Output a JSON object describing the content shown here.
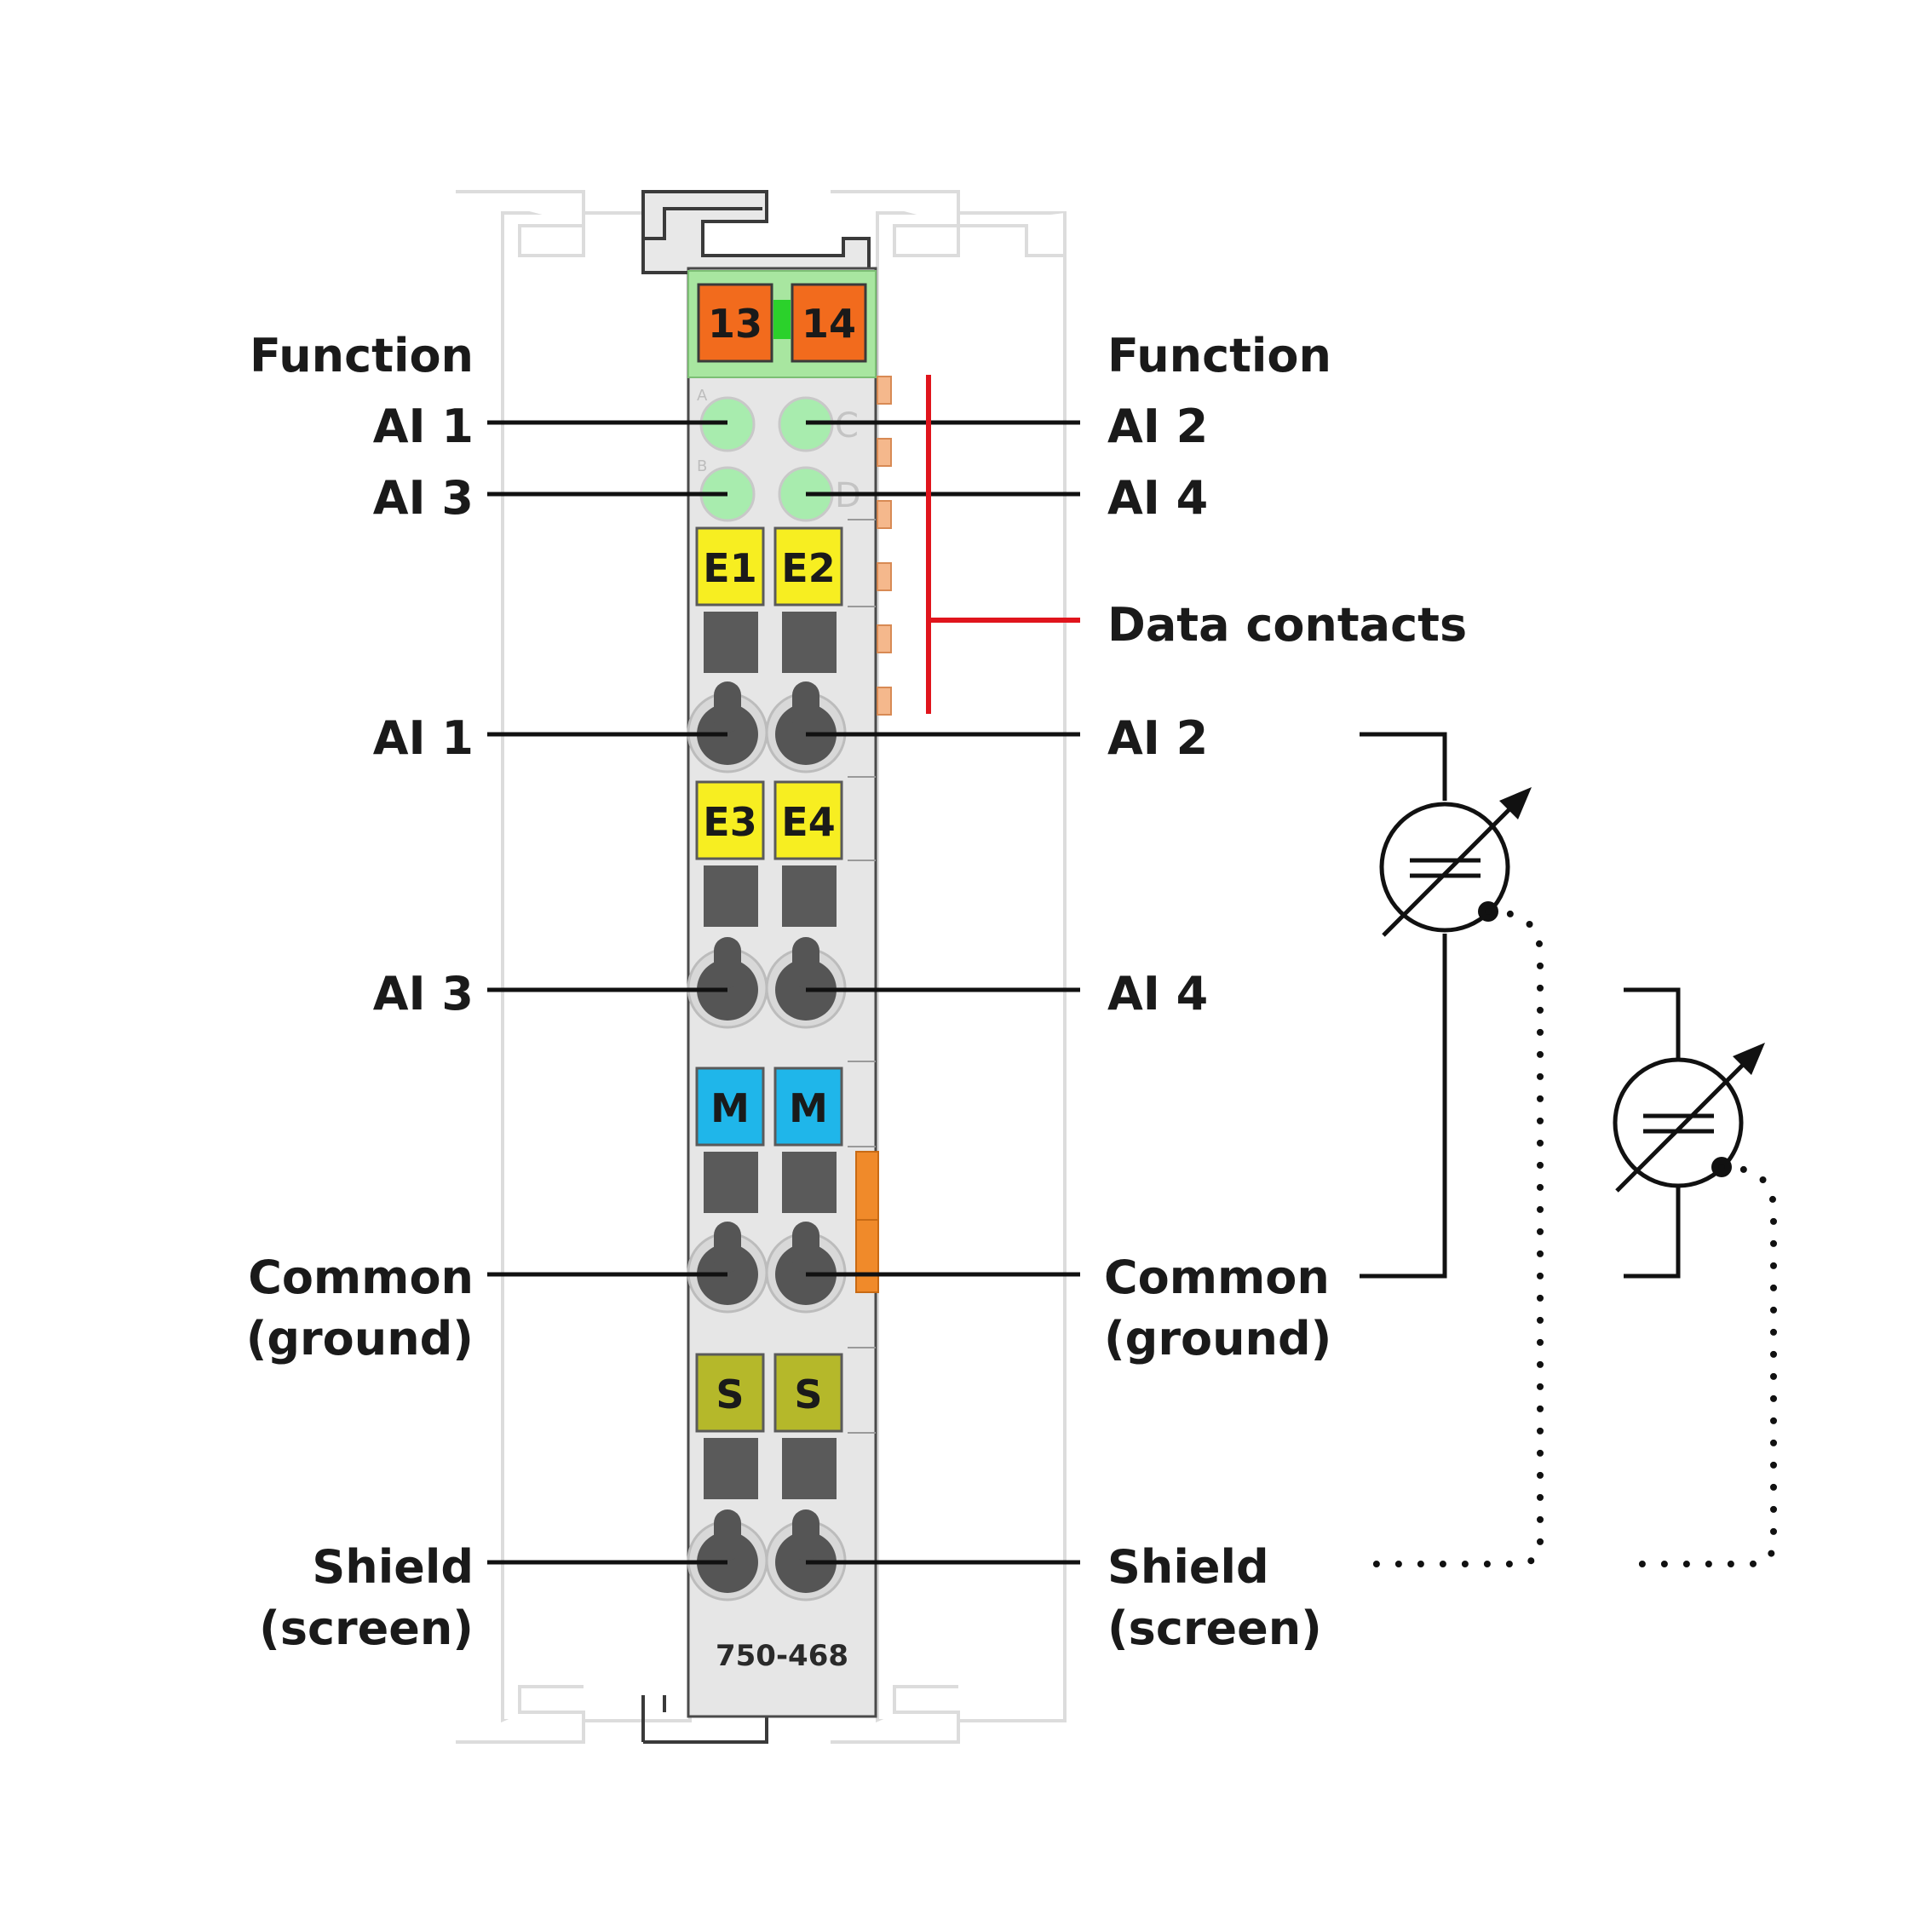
{
  "module": {
    "model": "750-468",
    "header_labels": [
      "13",
      "14"
    ],
    "led_letters": {
      "a": "A",
      "b": "B",
      "c": "C",
      "d": "D"
    },
    "cells": {
      "e1": "E1",
      "e2": "E2",
      "e3": "E3",
      "e4": "E4",
      "m_left": "M",
      "m_right": "M",
      "s_left": "S",
      "s_right": "S"
    }
  },
  "left_labels": {
    "function": "Function",
    "led_ai1": "AI 1",
    "led_ai3": "AI 3",
    "term_ai1": "AI 1",
    "term_ai3": "AI 3",
    "common_1": "Common",
    "common_2": "(ground)",
    "shield_1": "Shield",
    "shield_2": "(screen)"
  },
  "right_labels": {
    "function": "Function",
    "led_ai2": "AI 2",
    "led_ai4": "AI 4",
    "data_contacts": "Data contacts",
    "term_ai2": "AI 2",
    "term_ai4": "AI 4",
    "common_1": "Common",
    "common_2": "(ground)",
    "shield_1": "Shield",
    "shield_2": "(screen)"
  },
  "colors": {
    "header_green": "#a8e6a0",
    "header_orange": "#f26b1d",
    "led_green": "#a8ecae",
    "cell_yellow": "#f7ee21",
    "cell_blue": "#1fb6ea",
    "cell_olive": "#b5b82a",
    "body_gray": "#e6e6e6",
    "slot_dark": "#5a5a5a",
    "data_contact_orange": "#f5b88c",
    "red_bracket": "#e0141c"
  },
  "icons": [
    "sensor-icon",
    "clamp-icon",
    "data-contact-icon",
    "din-rail-icon"
  ]
}
